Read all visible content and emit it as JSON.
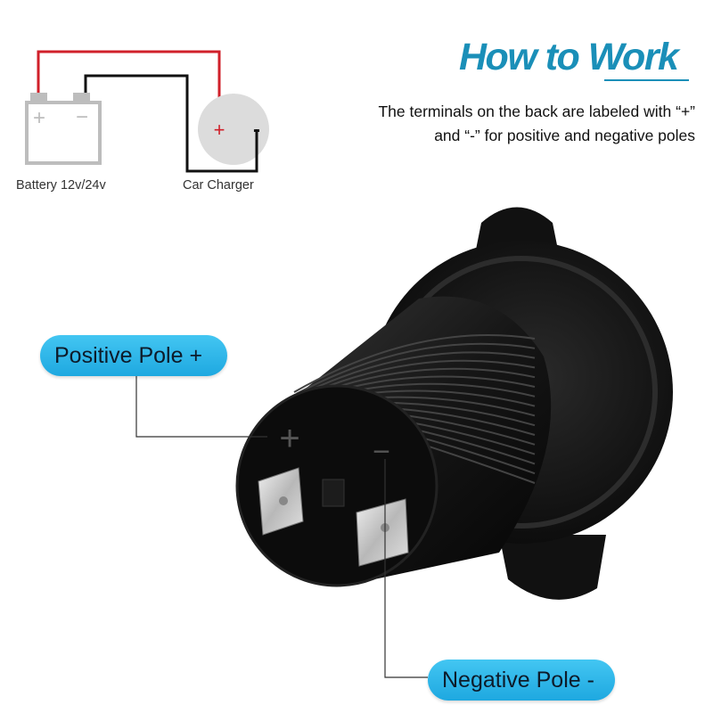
{
  "header": {
    "title": "How to Work",
    "description_line1": "The terminals on the back are labeled with “+”",
    "description_line2": "and “-” for positive and negative poles"
  },
  "wiring_diagram": {
    "battery_label": "Battery 12v/24v",
    "charger_label": "Car Charger",
    "battery_plus": "+",
    "battery_minus": "−",
    "charger_plus": "+",
    "charger_minus": "-",
    "positive_wire_color": "#d0202a",
    "negative_wire_color": "#111111"
  },
  "product": {
    "face_plus": "+",
    "face_minus": "−"
  },
  "callouts": {
    "positive": "Positive Pole +",
    "negative": "Negative Pole -"
  },
  "colors": {
    "accent": "#1a8fb8",
    "pill": "#2ab4e8"
  }
}
